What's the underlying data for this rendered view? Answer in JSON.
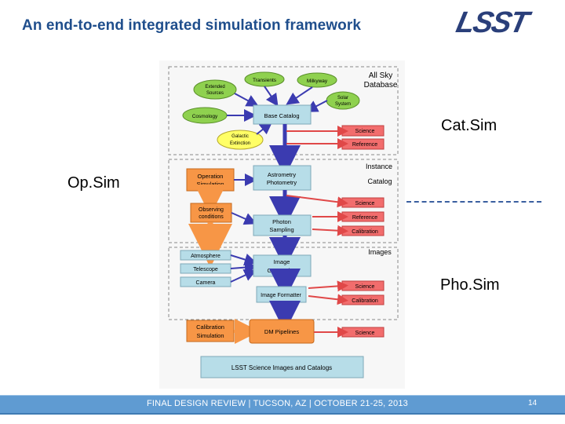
{
  "slide": {
    "title": "An end-to-end integrated simulation framework",
    "logo_text": "LSST",
    "footer": "FINAL DESIGN REVIEW | TUCSON, AZ | OCTOBER 21-25, 2013",
    "page_number": "14"
  },
  "labels": {
    "catsim": "Cat.Sim",
    "opsim": "Op.Sim",
    "phosim": "Pho.Sim"
  },
  "diagram": {
    "green_nodes": {
      "transients": "Transients",
      "milkyway": "Milkyway",
      "extended": [
        "Extended",
        "Sources"
      ],
      "solar": [
        "Solar",
        "System"
      ],
      "cosmology": "Cosmology"
    },
    "galactic_extinction": [
      "Galactic",
      "Extinction"
    ],
    "allsky": [
      "All Sky",
      "Database"
    ],
    "base_catalog": "Base Catalog",
    "instance_label": "Instance",
    "catalog_label": "Catalog",
    "images_label": "Images",
    "opsim_box": [
      "Operation",
      "Simulation"
    ],
    "astrometry": [
      "Astrometry",
      "Photometry"
    ],
    "observing": [
      "Observing",
      "conditions"
    ],
    "photon": [
      "Photon",
      "Sampling"
    ],
    "atmosphere": "Atmosphere",
    "telescope": "Telescope",
    "camera": "Camera",
    "image_generation": [
      "Image",
      "Generation"
    ],
    "image_formatter": "Image Formatter",
    "calibration_sim": [
      "Calibration",
      "Simulation"
    ],
    "dm_pipelines": "DM Pipelines",
    "lsst_products": "LSST Science Images and Catalogs",
    "red": {
      "science": "Science",
      "reference": "Reference",
      "calibration": "Calibration"
    },
    "colors": {
      "green": "#8fd14f",
      "yellow": "#ffff66",
      "blue_box": "#b7dde8",
      "orange": "#f79646",
      "red": "#f26d6d",
      "arrow_blue": "#3b3bb0"
    }
  }
}
